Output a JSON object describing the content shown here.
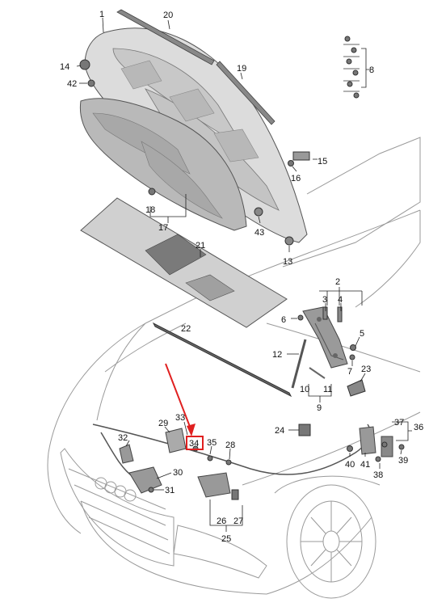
{
  "diagram": {
    "highlight_color": "#e02020",
    "highlighted_part": "34",
    "callouts": {
      "c1": "1",
      "c2": "2",
      "c3": "3",
      "c4": "4",
      "c5": "5",
      "c6": "6",
      "c7": "7",
      "c8": "8",
      "c9": "9",
      "c10": "10",
      "c11": "11",
      "c12": "12",
      "c13": "13",
      "c14": "14",
      "c15": "15",
      "c16": "16",
      "c17": "17",
      "c18": "18",
      "c19": "19",
      "c20": "20",
      "c21": "21",
      "c22": "22",
      "c23": "23",
      "c24": "24",
      "c25": "25",
      "c26": "26",
      "c27": "27",
      "c28": "28",
      "c29": "29",
      "c30": "30",
      "c31": "31",
      "c32": "32",
      "c33": "33",
      "c34": "34",
      "c35": "35",
      "c36": "36",
      "c37": "37",
      "c38": "38",
      "c39": "39",
      "c40": "40",
      "c41": "41",
      "c42": "42",
      "c43": "43"
    }
  }
}
